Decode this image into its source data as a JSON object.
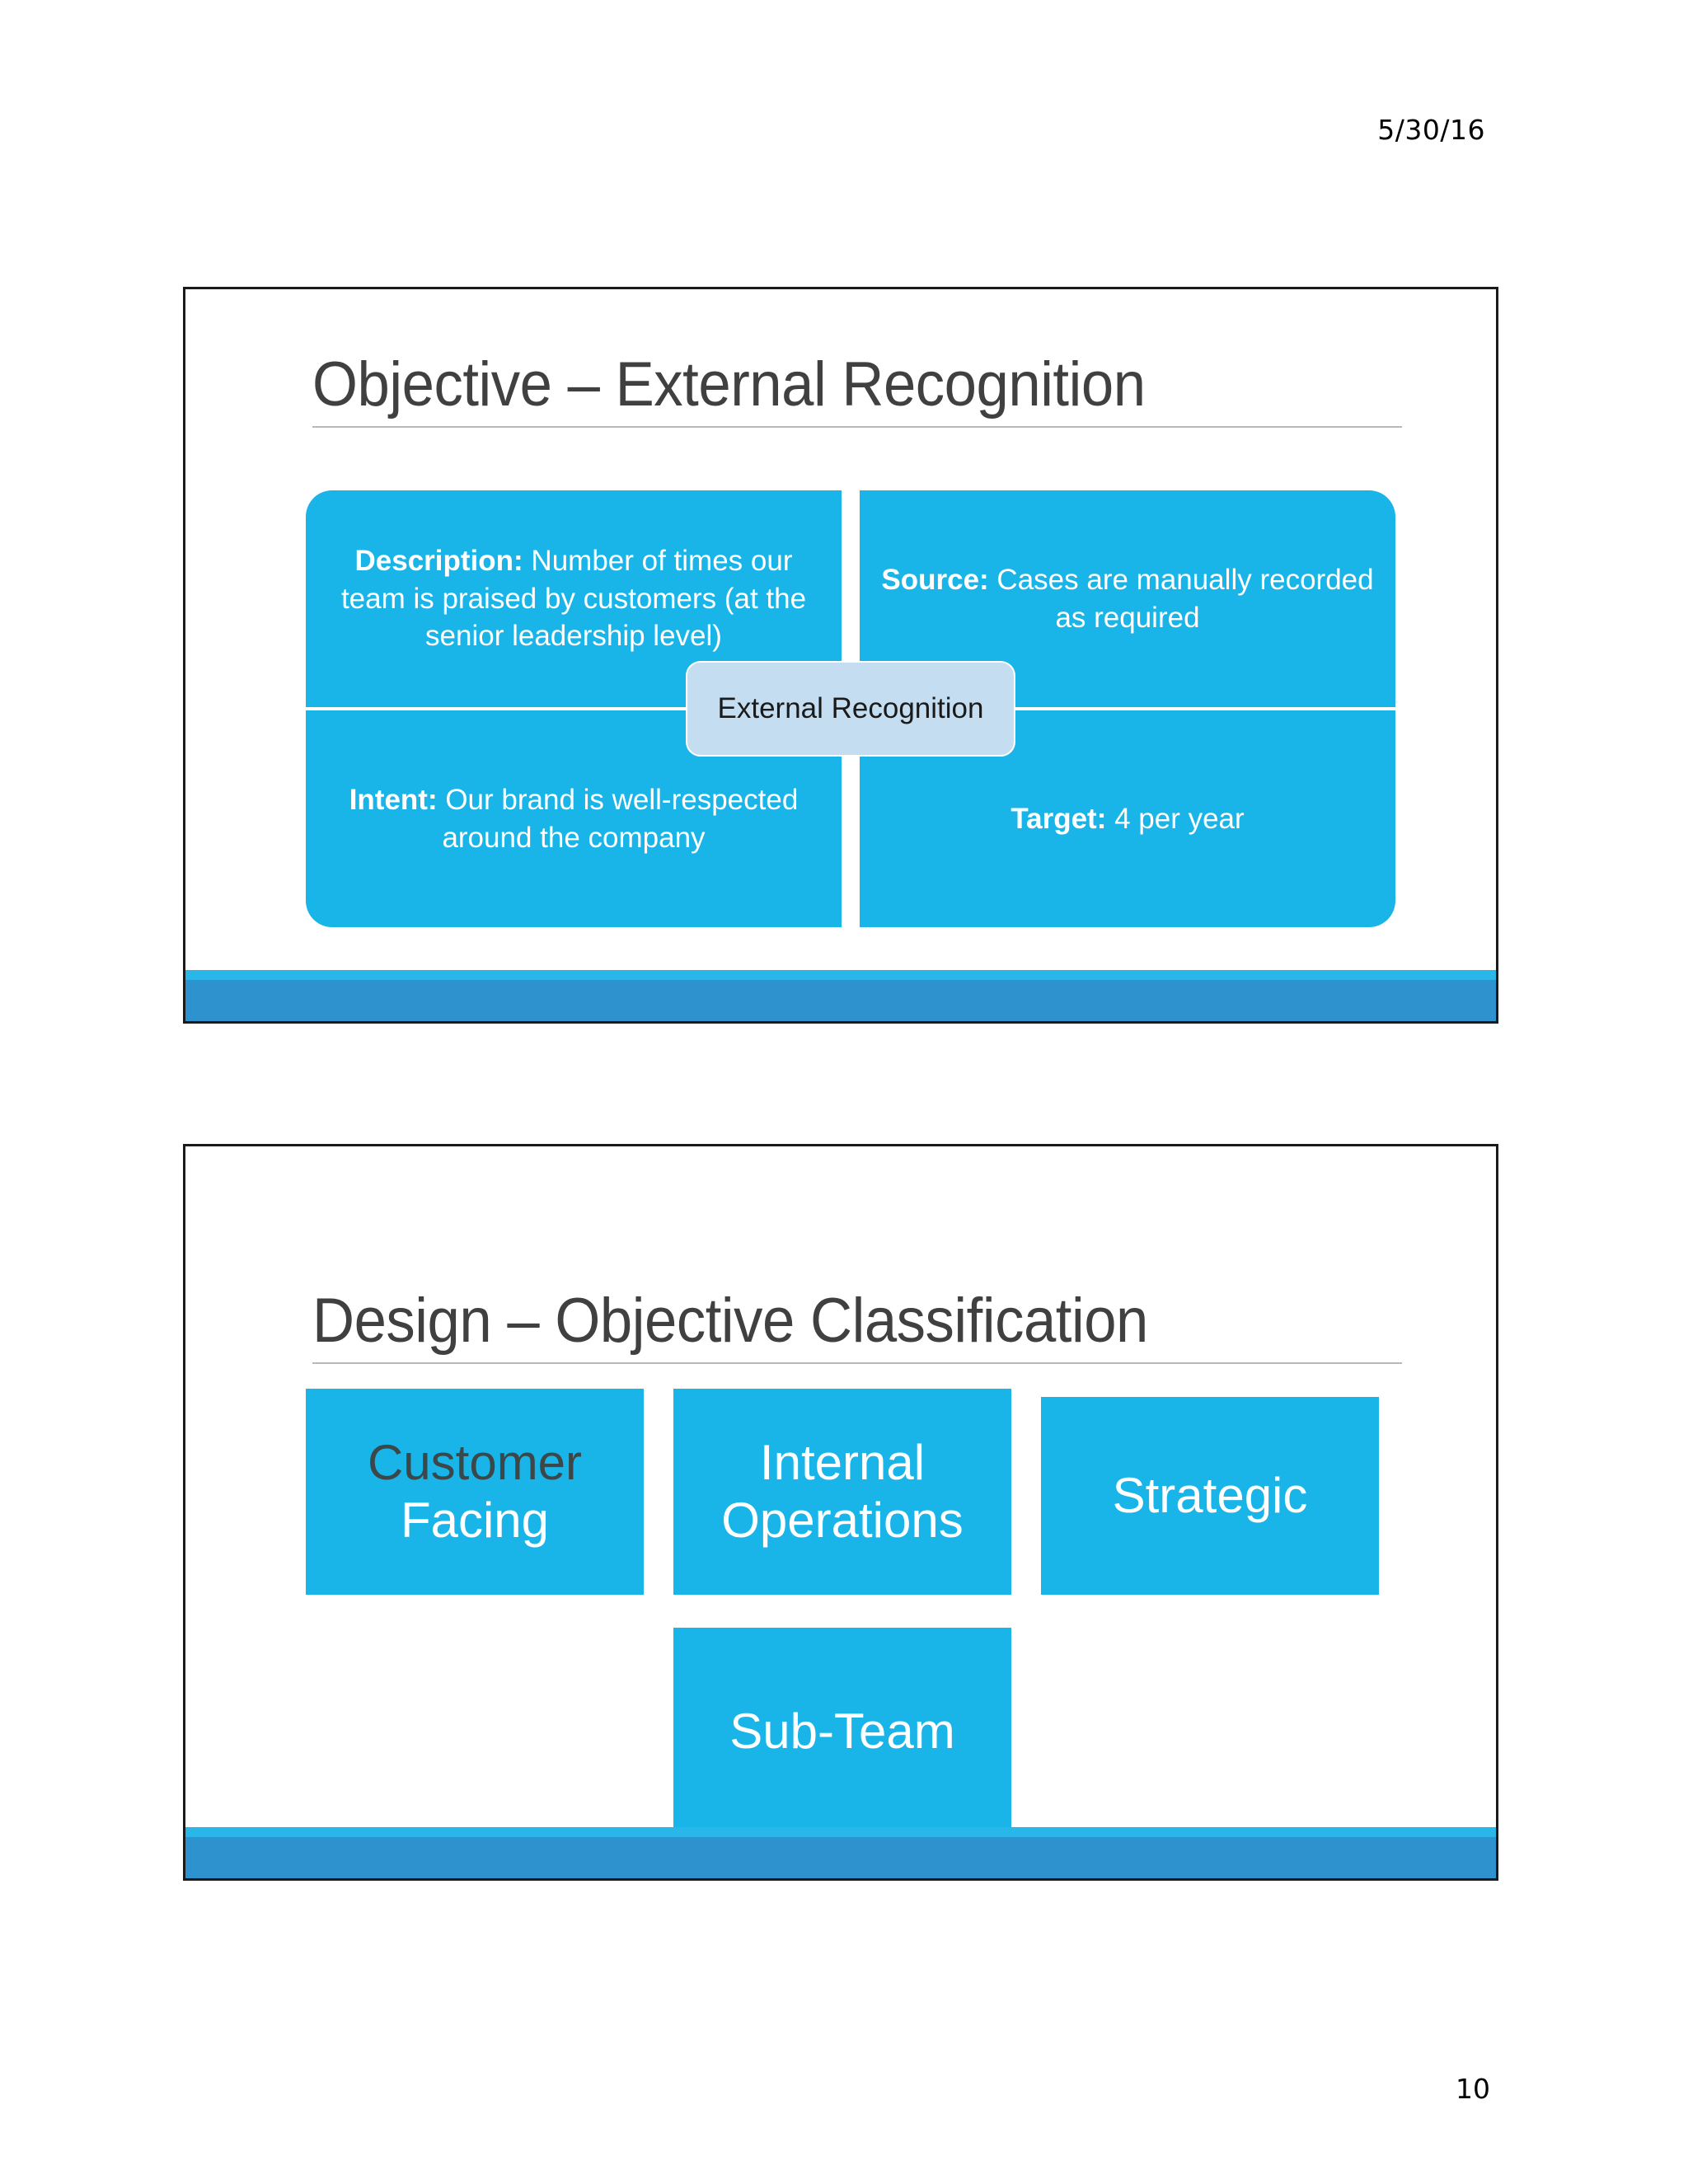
{
  "document": {
    "date": "5/30/16",
    "page_number": "10"
  },
  "slides": [
    {
      "title": "Objective – External Recognition",
      "center_label": "External Recognition",
      "quadrants": [
        {
          "name": "description",
          "label": "Description:",
          "value": " Number of times our team is praised by customers (at the senior leadership level)"
        },
        {
          "name": "source",
          "label": "Source:",
          "value": " Cases are manually recorded as required"
        },
        {
          "name": "intent",
          "label": "Intent:",
          "value": " Our brand is well-respected around the company"
        },
        {
          "name": "target",
          "label": "Target:",
          "value": " 4 per year"
        }
      ]
    },
    {
      "title": "Design – Objective Classification",
      "boxes": [
        {
          "name": "customer-facing",
          "line1": "Customer",
          "line2": "Facing"
        },
        {
          "name": "internal-operations",
          "line1": "Internal",
          "line2": "Operations"
        },
        {
          "name": "strategic",
          "line1": "Strategic",
          "line2": ""
        },
        {
          "name": "sub-team",
          "line1": "Sub-Team",
          "line2": ""
        }
      ]
    }
  ],
  "colors": {
    "accent_blue": "#19b5e8",
    "footer_stripe": "#29b6e8",
    "footer_band": "#2e92cf",
    "center_badge": "#c4ddf0",
    "title_text": "#404040",
    "dark_word": "#3b4749"
  }
}
